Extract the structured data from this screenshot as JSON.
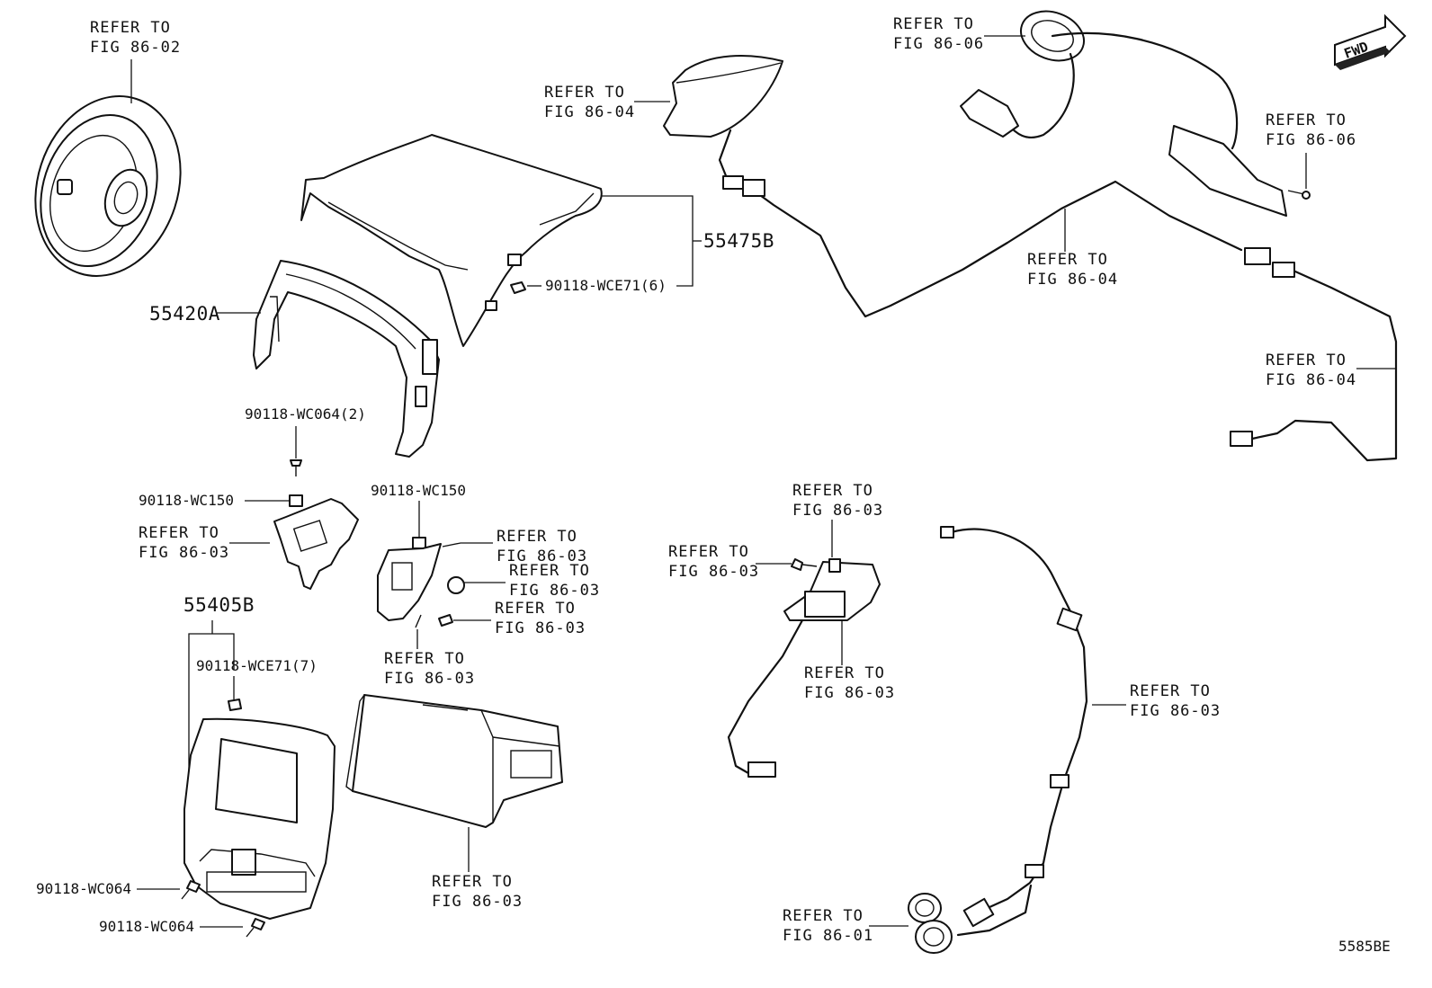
{
  "diagram_code": "5585BE",
  "fwd_badge": {
    "text": "FWD",
    "icon": "forward-arrow-icon"
  },
  "callouts": [
    {
      "id": "speaker",
      "line1": "REFER TO",
      "line2": "FIG 86-02"
    },
    {
      "id": "antenna",
      "line1": "REFER TO",
      "line2": "FIG 86-04"
    },
    {
      "id": "cable_top_left",
      "line1": "REFER TO",
      "line2": "FIG 86-06"
    },
    {
      "id": "cable_top_right",
      "line1": "REFER TO",
      "line2": "FIG 86-06"
    },
    {
      "id": "antenna_cable_mid",
      "line1": "REFER TO",
      "line2": "FIG 86-04"
    },
    {
      "id": "antenna_cable_right",
      "line1": "REFER TO",
      "line2": "FIG 86-04"
    },
    {
      "id": "bracket_left",
      "line1": "REFER TO",
      "line2": "FIG 86-03"
    },
    {
      "id": "bracket_right_clip",
      "line1": "REFER TO",
      "line2": "FIG 86-03"
    },
    {
      "id": "bracket_right_nut",
      "line1": "REFER TO",
      "line2": "FIG 86-03"
    },
    {
      "id": "bracket_right_clip2",
      "line1": "REFER TO",
      "line2": "FIG 86-03"
    },
    {
      "id": "bracket_right_screw",
      "line1": "REFER TO",
      "line2": "FIG 86-03"
    },
    {
      "id": "display_unit",
      "line1": "REFER TO",
      "line2": "FIG 86-03"
    },
    {
      "id": "module_top",
      "line1": "REFER TO",
      "line2": "FIG 86-03"
    },
    {
      "id": "module_screw",
      "line1": "REFER TO",
      "line2": "FIG 86-03"
    },
    {
      "id": "module_box",
      "line1": "REFER TO",
      "line2": "FIG 86-03"
    },
    {
      "id": "usb_cable",
      "line1": "REFER TO",
      "line2": "FIG 86-03"
    },
    {
      "id": "usb_port",
      "line1": "REFER TO",
      "line2": "FIG 86-01"
    }
  ],
  "parts": {
    "p55475B": "55475B",
    "p55420A": "55420A",
    "p55405B": "55405B",
    "wce71_6": "90118-WCE71(6)",
    "wc064_2": "90118-WC064(2)",
    "wc150_left": "90118-WC150",
    "wc150_right": "90118-WC150",
    "wce71_7": "90118-WCE71(7)",
    "wc064_a": "90118-WC064",
    "wc064_b": "90118-WC064"
  }
}
